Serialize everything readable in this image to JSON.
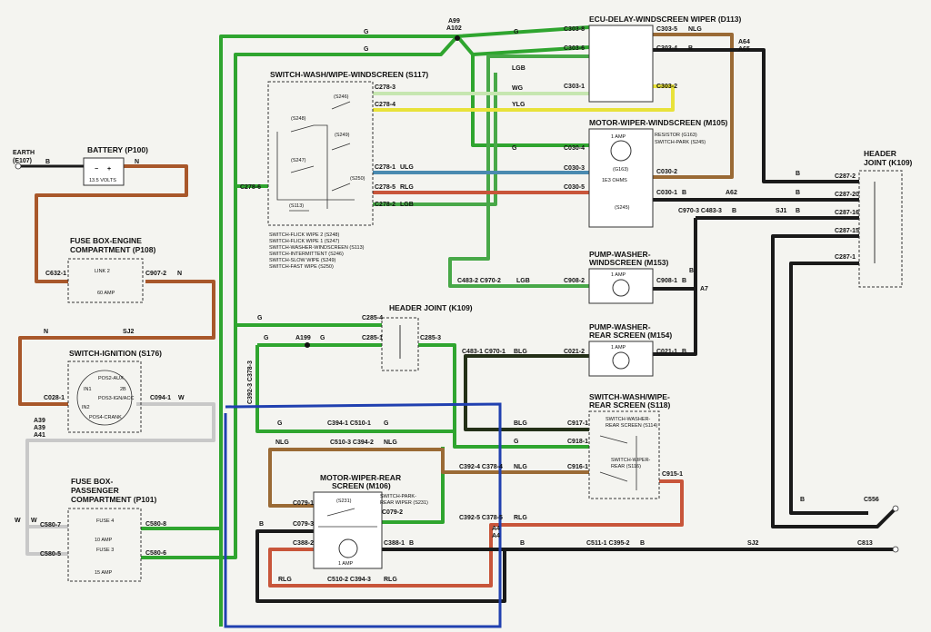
{
  "colors": {
    "G": "#2fa52f",
    "B": "#1a1a1a",
    "N": "#a8572a",
    "NLG": "#9a6a35",
    "YLG": "#e8e23a",
    "WG": "#c6e6b0",
    "ULG": "#4a8ab0",
    "RLG": "#c8553a",
    "LGB": "#48a848",
    "BLG": "#243018",
    "W": "#c8c8c8",
    "highlight": "#2040b0"
  },
  "components": {
    "earth": {
      "label": "EARTH",
      "code": "(E107)"
    },
    "battery": {
      "title": "BATTERY (P100)",
      "rating": "13.5 VOLTS"
    },
    "fusebox_engine": {
      "title1": "FUSE BOX-ENGINE",
      "title2": "COMPARTMENT (P108)",
      "link": "LINK 2",
      "amp": "60 AMP"
    },
    "switch_ignition": {
      "title": "SWITCH-IGNITION (S176)",
      "pos1": "POS2-AUX",
      "pos2": "2B",
      "pos3": "POS3-IGN/ACC",
      "pos4": "POS4-CRANK",
      "in1": "IN1",
      "in2": "IN2"
    },
    "fusebox_passenger": {
      "title1": "FUSE BOX-",
      "title2": "PASSENGER",
      "title3": "COMPARTMENT (P101)",
      "fuse4": "FUSE 4",
      "amp4": "10 AMP",
      "fuse3": "FUSE 3",
      "amp3": "15 AMP"
    },
    "switch_wash_wipe": {
      "title": "SWITCH-WASH/WIPE-WINDSCREEN (S117)",
      "notes": [
        "SWITCH-FLICK WIPE 2 (S248)",
        "SWITCH-FLICK WIPE 1 (S247)",
        "SWITCH-WASHER-WINDSCREEN (S113)",
        "SWITCH-INTERMITTENT (S246)",
        "SWITCH-SLOW WIPE (S249)",
        "SWITCH-FAST WIPE (S250)"
      ],
      "s246": "(S246)",
      "s248": "(S248)",
      "s249": "(S249)",
      "s247": "(S247)",
      "s250": "(S250)",
      "s113": "(S113)"
    },
    "ecu_delay": {
      "title": "ECU-DELAY-WINDSCREEN WIPER (D113)"
    },
    "motor_wiper_ws": {
      "title": "MOTOR-WIPER-WINDSCREEN (M105)",
      "note1": "RESISTOR (G163)",
      "note2": "SWITCH-PARK (S245)",
      "amp": "1 AMP",
      "g163": "(G163)",
      "ohms": "1E3 OHMS",
      "s245": "(S245)"
    },
    "header_joint_right": {
      "title1": "HEADER",
      "title2": "JOINT (K109)"
    },
    "pump_washer_ws": {
      "title1": "PUMP-WASHER-",
      "title2": "WINDSCREEN (M153)",
      "amp": "1 AMP"
    },
    "header_joint_mid": {
      "title": "HEADER JOINT (K109)"
    },
    "pump_washer_rear": {
      "title1": "PUMP-WASHER-",
      "title2": "REAR SCREEN (M154)",
      "amp": "1 AMP"
    },
    "switch_wash_rear": {
      "title1": "SWITCH-WASH/WIPE-",
      "title2": "REAR SCREEN (S118)",
      "sub1a": "SWITCH-WASHER-",
      "sub1b": "REAR SCREEN (S114)",
      "sub2a": "SWITCH-WIPER-",
      "sub2b": "REAR (S116)"
    },
    "motor_wiper_rear": {
      "title1": "MOTOR-WIPER-REAR",
      "title2": "SCREEN (M106)",
      "s231": "(S231)",
      "park1": "SWITCH-PARK-",
      "park2": "REAR WIPER (S231)",
      "amp": "1 AMP"
    }
  },
  "connectors": {
    "c278_3": "C278-3",
    "c278_4": "C278-4",
    "c278_1": "C278-1",
    "c278_5": "C278-5",
    "c278_2": "C278-2",
    "c278_6": "C278-6",
    "c303_8": "C303-8",
    "c303_6": "C303-6",
    "c303_5": "C303-5",
    "c303_4": "C303-4",
    "c303_1": "C303-1",
    "c303_2": "C303-2",
    "c030_4": "C030-4",
    "c030_3": "C030-3",
    "c030_5": "C030-5",
    "c030_2": "C030-2",
    "c030_1": "C030-1",
    "c970_3_c483_3": "C970-3 C483-3",
    "c483_2_c970_2": "C483-2 C970-2",
    "c908_2": "C908-2",
    "c908_1": "C908-1",
    "c287_2": "C287-2",
    "c287_20": "C287-20",
    "c287_16": "C287-16",
    "c287_15": "C287-15",
    "c287_1": "C287-1",
    "c632_1": "C632-1",
    "c907_2": "C907-2",
    "c028_1": "C028-1",
    "c094_1": "C094-1",
    "c580_7": "C580-7",
    "c580_8": "C580-8",
    "c580_5": "C580-5",
    "c580_6": "C580-6",
    "c285_4": "C285-4",
    "c285_1": "C285-1",
    "c285_3": "C285-3",
    "c392_3_c378_3": "C392-3 C378-3",
    "c483_1_c970_1": "C483-1 C970-1",
    "c021_2": "C021-2",
    "c021_1": "C021-1",
    "c394_1_c510_1": "C394-1 C510-1",
    "c510_3_c394_2": "C510-3 C394-2",
    "c917_1": "C917-1",
    "c918_1": "C918-1",
    "c916_1": "C916-1",
    "c915_1": "C915-1",
    "c392_4_c378_4": "C392-4 C378-4",
    "c392_5_c378_5": "C392-5 C378-5",
    "c079_1": "C079-1",
    "c079_2": "C079-2",
    "c079_3": "C079-3",
    "c388_2": "C388-2",
    "c388_1": "C388-1",
    "c510_2_c394_3": "C510-2 C394-3",
    "c511_1_c395_2": "C511-1 C395-2",
    "c556": "C556",
    "c813": "C813"
  },
  "wires": {
    "G": "G",
    "B": "B",
    "N": "N",
    "NLG": "NLG",
    "YLG": "YLG",
    "WG": "WG",
    "ULG": "ULG",
    "RLG": "RLG",
    "LGB": "LGB",
    "BLG": "BLG",
    "W": "W",
    "LGB2": "LGB"
  },
  "splices": {
    "a99": "A99",
    "a102": "A102",
    "a64": "A64",
    "a65": "A65",
    "a62": "A62",
    "a7": "A7",
    "sj1": "SJ1",
    "sj2": "SJ2",
    "sj2b": "SJ2",
    "a39": "A39",
    "a39b": "A39",
    "a41": "A41",
    "a199": "A199",
    "a4": "A4",
    "a4b": "A4"
  }
}
